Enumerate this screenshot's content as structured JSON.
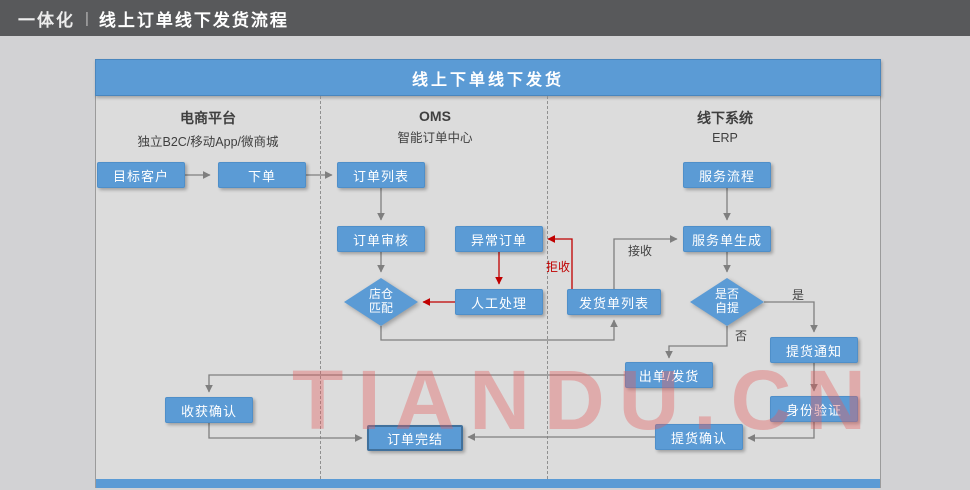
{
  "header": {
    "brand": "一体化",
    "separator": "|",
    "title": "线上订单线下发货流程"
  },
  "diagram": {
    "title": "线上下单线下发货",
    "lanes": [
      {
        "name": "电商平台",
        "subtitle": "独立B2C/移动App/微商城"
      },
      {
        "name": "OMS",
        "subtitle": "智能订单中心"
      },
      {
        "name": "线下系统",
        "subtitle": "ERP"
      }
    ],
    "nodes": {
      "target_customer": "目标客户",
      "place_order": "下单",
      "order_list": "订单列表",
      "order_review": "订单审核",
      "abnormal_order": "异常订单",
      "store_match": "店仓匹配",
      "manual_handling": "人工处理",
      "shipping_list": "发货单列表",
      "receipt_confirm": "收获确认",
      "order_complete": "订单完结",
      "service_process": "服务流程",
      "service_order_gen": "服务单生成",
      "self_pickup": "是否自提",
      "pickup_notice": "提货通知",
      "identity_verify": "身份验证",
      "issue_ship": "出单/发货",
      "pickup_confirm": "提货确认"
    },
    "edge_labels": {
      "reject": "拒收",
      "receive": "接收",
      "yes": "是",
      "no": "否"
    }
  },
  "watermark": "TIANDU.CN",
  "colors": {
    "accent": "#5b9bd5",
    "header_bg": "#58595b",
    "flow_red": "#c00000"
  }
}
